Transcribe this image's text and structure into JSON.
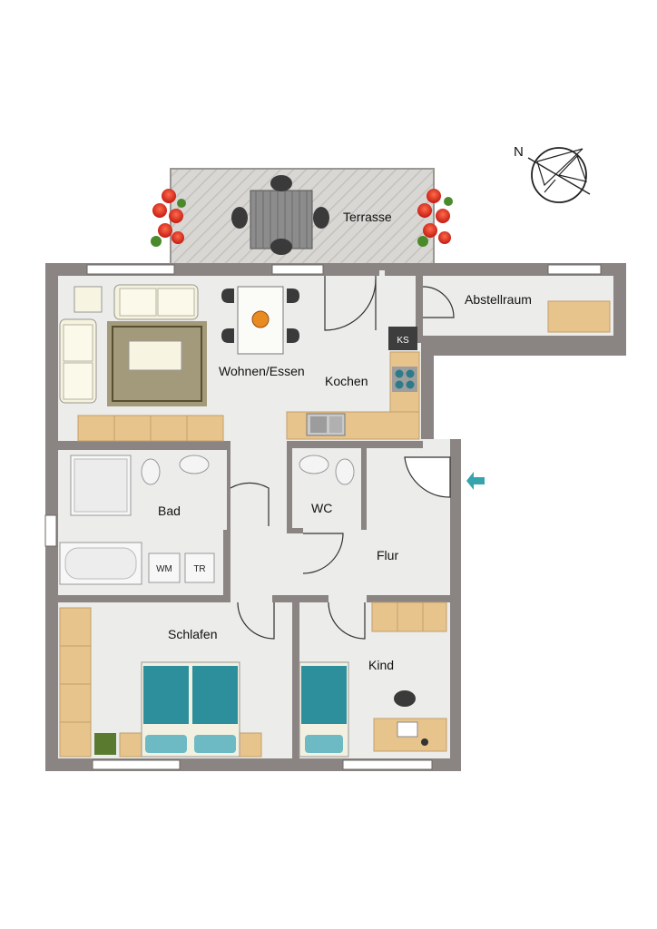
{
  "rooms": {
    "terrasse": "Terrasse",
    "abstellraum": "Abstellraum",
    "wohnen": "Wohnen/Essen",
    "kochen": "Kochen",
    "bad": "Bad",
    "wc": "WC",
    "flur": "Flur",
    "schlafen": "Schlafen",
    "kind": "Kind"
  },
  "appliances": {
    "ks": "KS",
    "wm": "WM",
    "tr": "TR"
  },
  "compass": {
    "north": "N"
  },
  "colors": {
    "wall": "#8a8482",
    "floor": "#ececea",
    "terrace": "#d7d5d2",
    "counter": "#e8c48d",
    "sofa": "#f5f2de",
    "rug": "#a39a7c",
    "bed_teal": "#2e8f9c",
    "entrance_arrow": "#37a3ad"
  },
  "icons": [
    "compass-icon",
    "entrance-arrow-icon",
    "flower-pot-icon",
    "stove-icon",
    "sink-icon",
    "toilet-icon",
    "bathtub-icon",
    "shower-icon"
  ]
}
